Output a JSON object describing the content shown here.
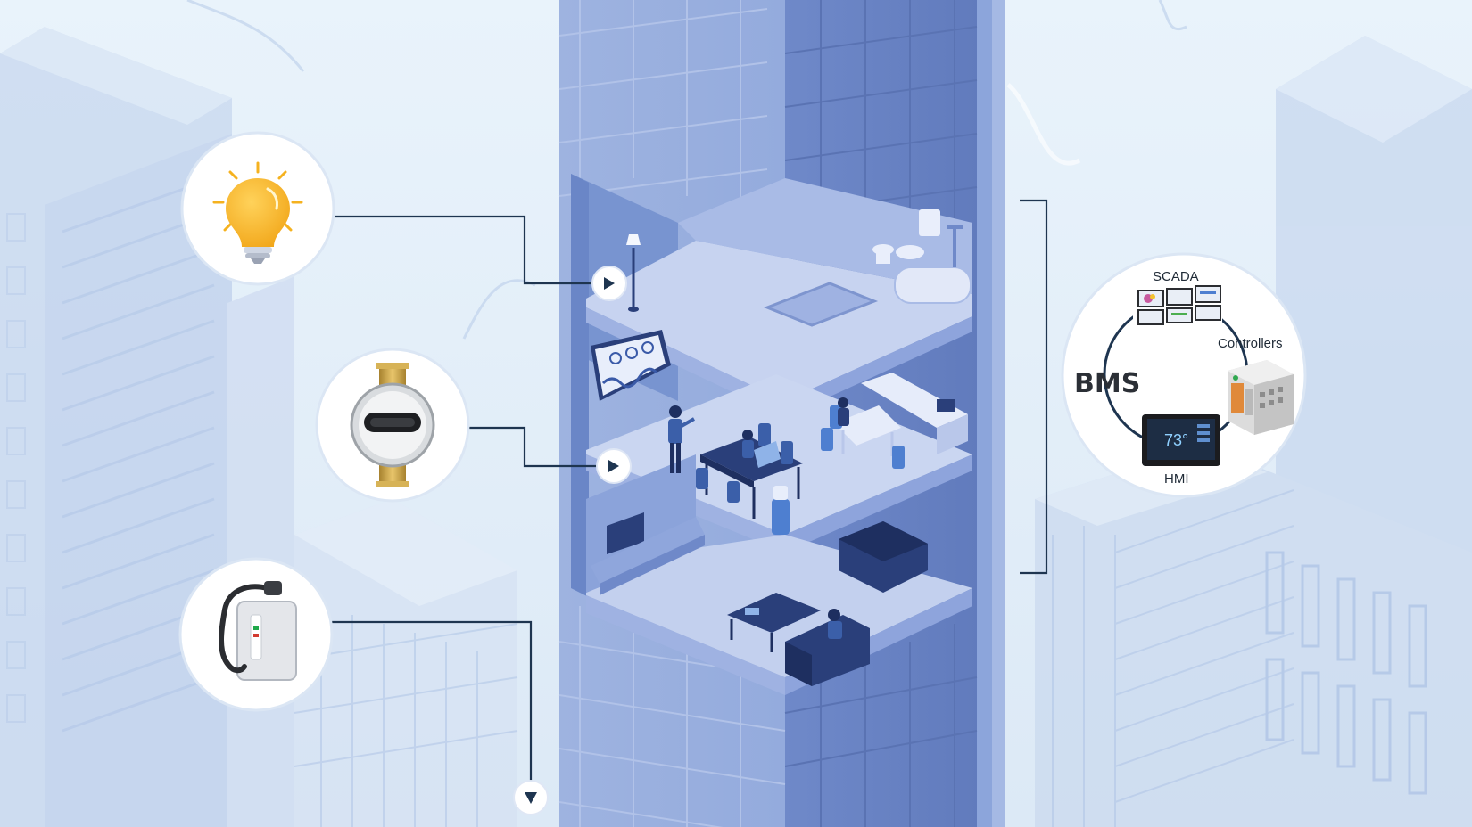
{
  "bms": {
    "title": "BMS",
    "components": {
      "scada": "SCADA",
      "controllers": "Controllers",
      "hmi": "HMI"
    }
  },
  "hmi_display": {
    "temperature": "73°"
  },
  "icons": {
    "lighting": "light-bulb-icon",
    "water_meter": "water-meter-icon",
    "ev_charger": "ev-charger-icon"
  },
  "colors": {
    "background": "#e6f1f9",
    "tower": "#7f99d4",
    "tower_dark": "#6b85c6",
    "floor": "#bccbec",
    "connector": "#1e3550",
    "bulb": "#f5b21f",
    "furniture": "#2a3f7a"
  }
}
